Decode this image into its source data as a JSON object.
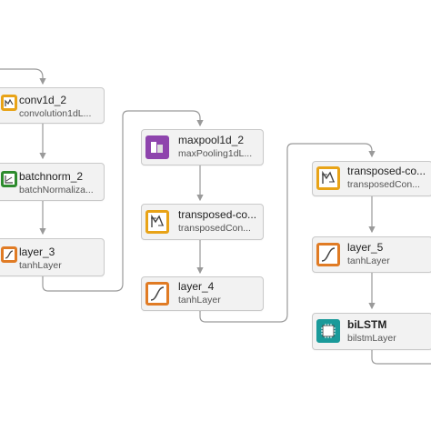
{
  "nodes": [
    {
      "id": "conv1d_2",
      "name": "conv1d_2",
      "type": "convolution1dL...",
      "icon": "convolution-icon",
      "color": "#e8a317"
    },
    {
      "id": "batchnorm_2",
      "name": "batchnorm_2",
      "type": "batchNormaliza...",
      "icon": "batchnorm-icon",
      "color": "#2e8b2e"
    },
    {
      "id": "layer_3",
      "name": "layer_3",
      "type": "tanhLayer",
      "icon": "tanh-icon",
      "color": "#e07b24"
    },
    {
      "id": "maxpool1d_2",
      "name": "maxpool1d_2",
      "type": "maxPooling1dL...",
      "icon": "maxpool-icon",
      "color": "#8e44ad"
    },
    {
      "id": "transposed_1",
      "name": "transposed-co...",
      "type": "transposedCon...",
      "icon": "transposed-conv-icon",
      "color": "#e8a317"
    },
    {
      "id": "layer_4",
      "name": "layer_4",
      "type": "tanhLayer",
      "icon": "tanh-icon",
      "color": "#e07b24"
    },
    {
      "id": "transposed_2",
      "name": "transposed-co...",
      "type": "transposedCon...",
      "icon": "transposed-conv-icon",
      "color": "#e8a317"
    },
    {
      "id": "layer_5",
      "name": "layer_5",
      "type": "tanhLayer",
      "icon": "tanh-icon",
      "color": "#e07b24"
    },
    {
      "id": "bilstm",
      "name": "biLSTM",
      "type": "bilstmLayer",
      "icon": "bilstm-icon",
      "color": "#1a9a9a"
    }
  ],
  "edge_color": "#9a9a9a"
}
